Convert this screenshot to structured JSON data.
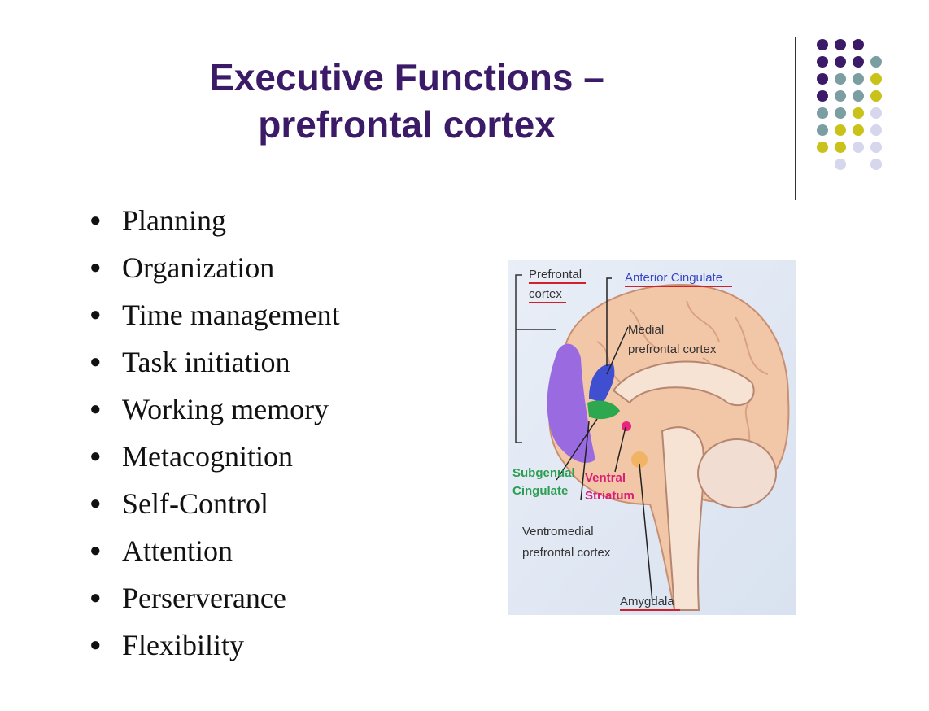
{
  "slide": {
    "title_line1": "Executive Functions –",
    "title_line2": "prefrontal cortex",
    "bullets": [
      "Planning",
      "Organization",
      "Time management",
      "Task initiation",
      "Working memory",
      "Metacognition",
      "Self-Control",
      "Attention",
      "Perserverance",
      "Flexibility"
    ]
  },
  "figure": {
    "labels": {
      "prefrontal_1": "Prefrontal",
      "prefrontal_2": "cortex",
      "anterior_cingulate": "Anterior Cingulate",
      "medial_1": "Medial",
      "medial_2": "prefrontal cortex",
      "subgenual_1": "Subgenual",
      "subgenual_2": "Cingulate",
      "ventral_1": "Ventral",
      "ventral_2": "Striatum",
      "ventromedial_1": "Ventromedial",
      "ventromedial_2": "prefrontal cortex",
      "amygdala": "Amygdala"
    }
  },
  "colors": {
    "title": "#3b1a67",
    "dot_purple": "#3b1a67",
    "dot_teal": "#7a9ea2",
    "dot_yellow": "#c9c21a",
    "dot_lavender": "#d6d6ec",
    "prefrontal_region": "#9a6be0",
    "anterior_cingulate": "#3f4fd0",
    "subgenual": "#2ea84e",
    "ventral_striatum": "#e8247e",
    "brain": "#f2c7a8"
  }
}
